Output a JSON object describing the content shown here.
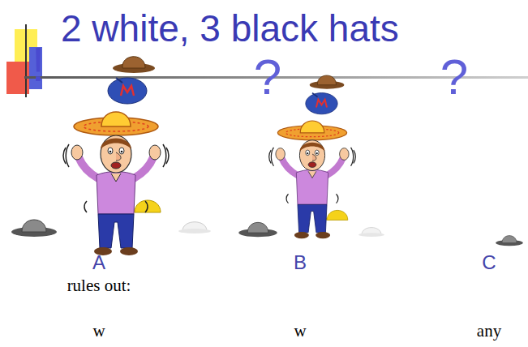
{
  "diagram": {
    "title": "2 white, 3 black hats",
    "labels": [
      "!",
      "?",
      "?",
      "A",
      "B",
      "C",
      "rules out:",
      "w",
      "w",
      "any"
    ]
  }
}
